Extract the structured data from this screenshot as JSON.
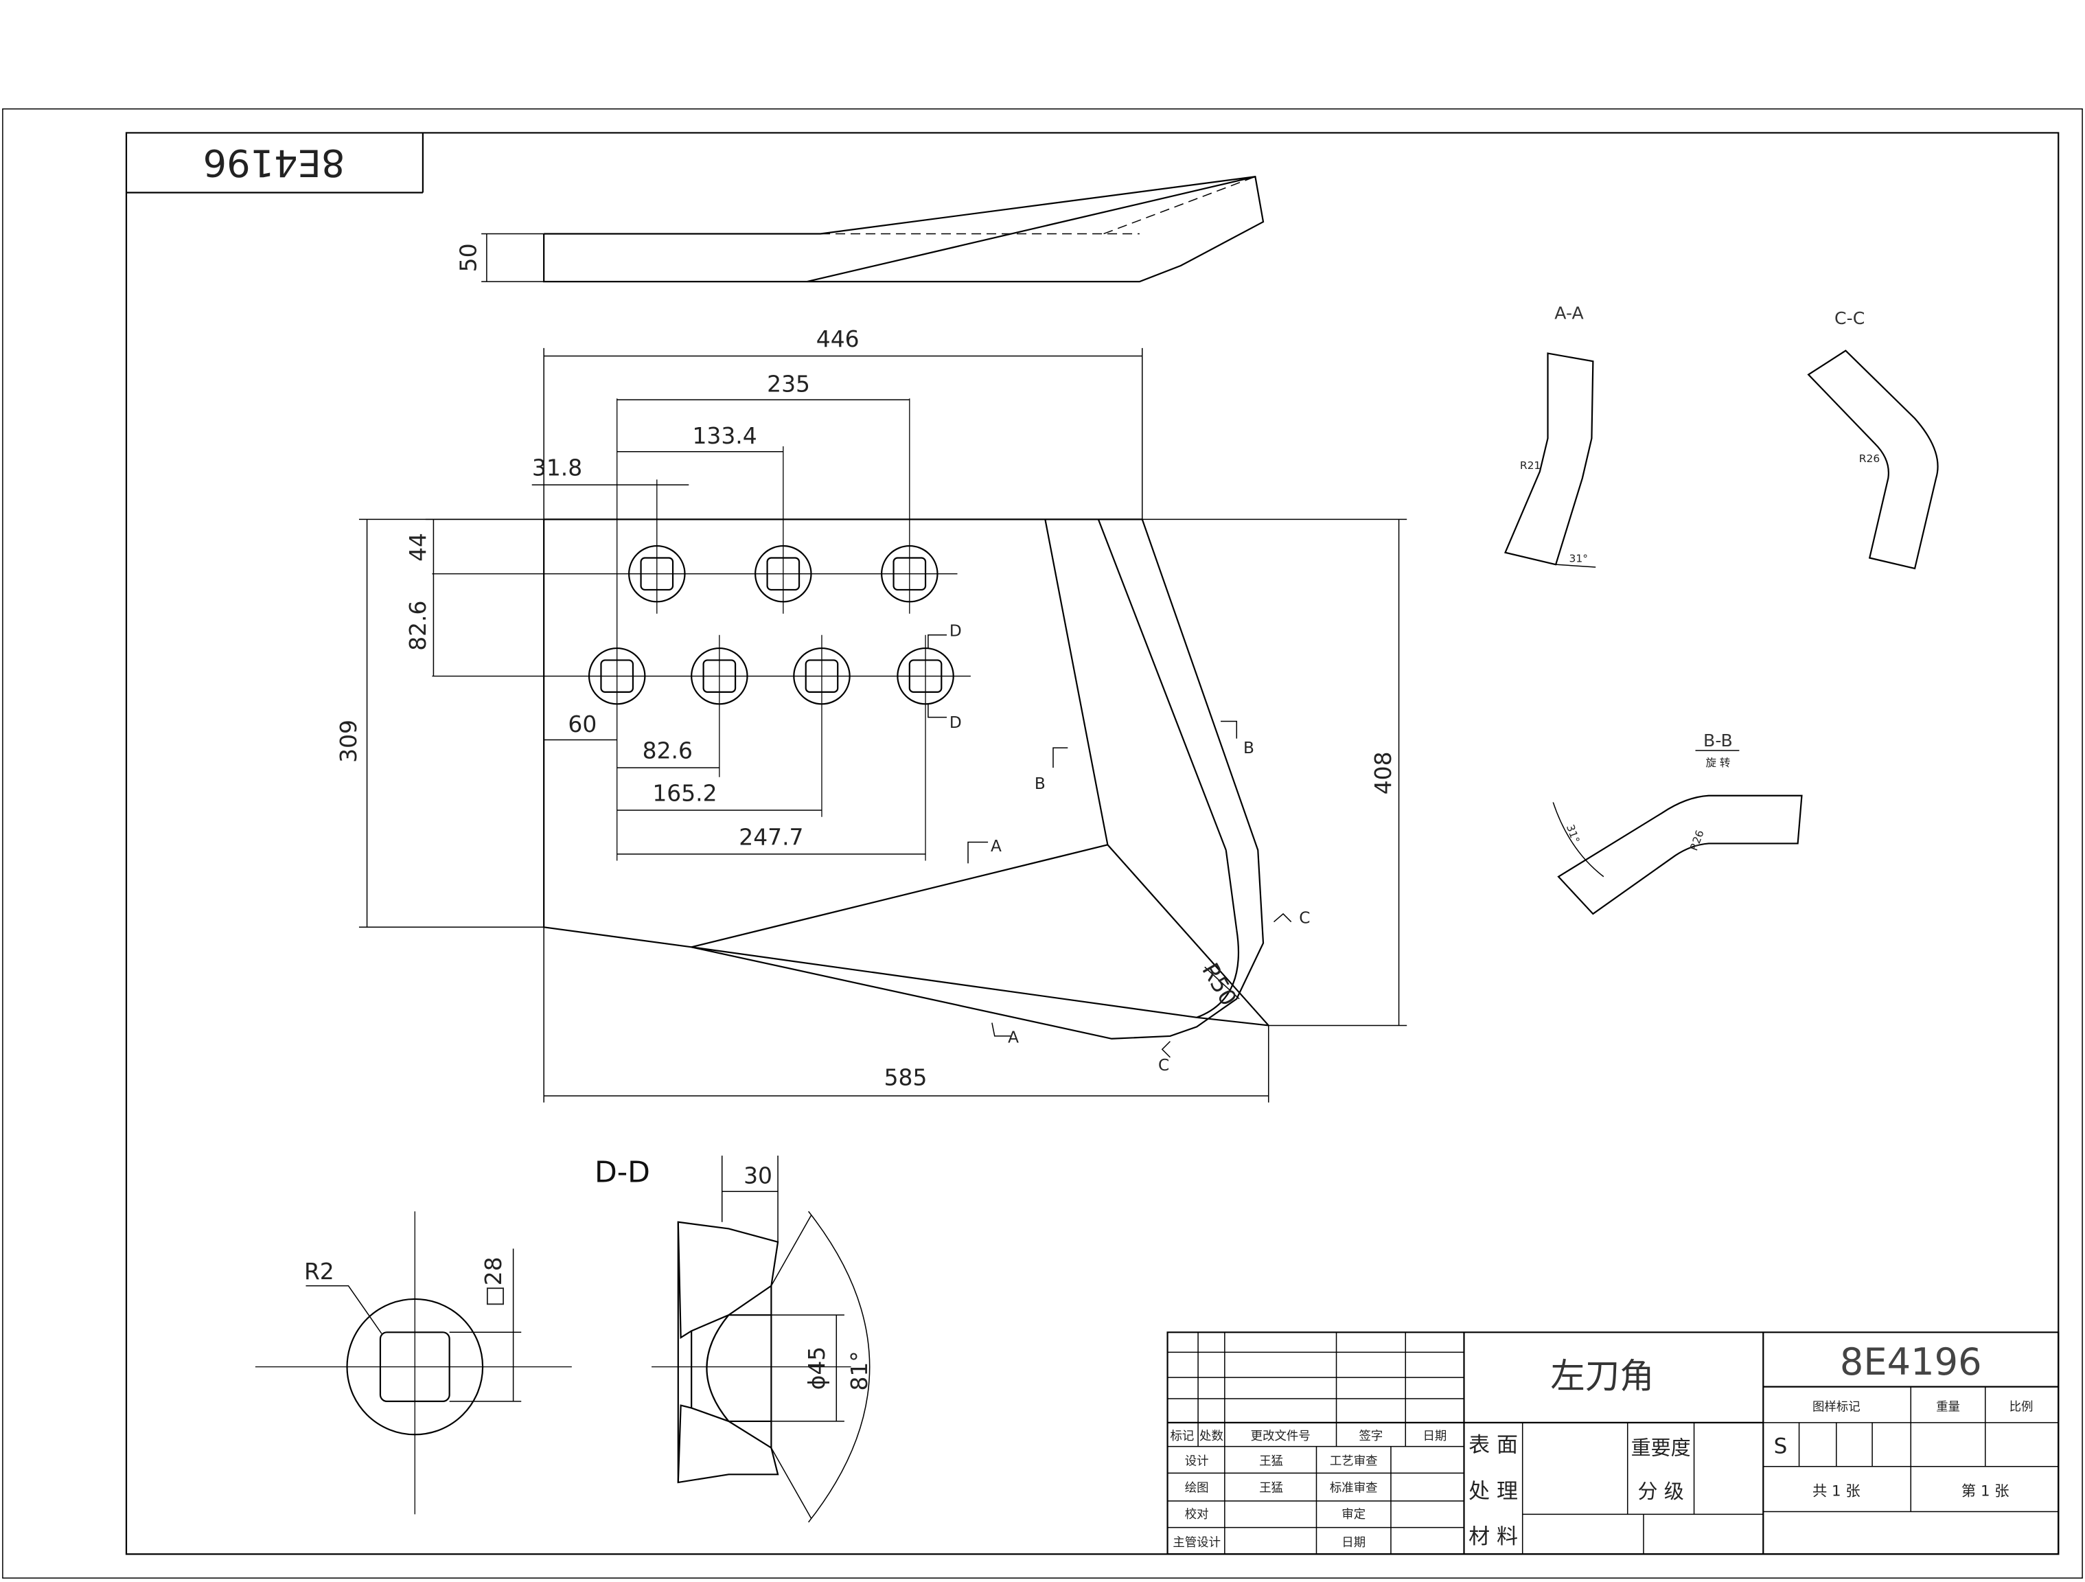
{
  "drawing_number": "8E4196",
  "drawing_number_mirrored": "8E4196",
  "part_name": "左刀角",
  "dimensions": {
    "thickness": "50",
    "width_total": "446",
    "span_235": "235",
    "span_133_4": "133.4",
    "offset_31_8": "31.8",
    "row_gap_44": "44",
    "row_gap_82_6": "82.6",
    "height_309": "309",
    "offset_60": "60",
    "pitch_82_6": "82.6",
    "pitch_165_2": "165.2",
    "pitch_247_7": "247.7",
    "length_585": "585",
    "height_408": "408",
    "radius_r50": "R50"
  },
  "section_markers": {
    "a": "A",
    "b": "B",
    "c": "C",
    "d": "D"
  },
  "sections": {
    "aa": {
      "title": "A-A",
      "radius": "R21",
      "angle": "31°"
    },
    "cc": {
      "title": "C-C",
      "radius": "R26"
    },
    "bb": {
      "title": "B-B",
      "subtitle": "旋 转",
      "radius": "R26",
      "angle": "31°"
    },
    "dd": {
      "title": "D-D",
      "depth": "30",
      "diameter": "ϕ45",
      "angle": "81°"
    }
  },
  "detail_hole": {
    "radius": "R2",
    "square": "□28"
  },
  "title_block": {
    "h_mark": "标记",
    "h_count": "处数",
    "h_change_doc": "更改文件号",
    "h_sign": "签字",
    "h_date": "日期",
    "design": "设计",
    "design_person": "王猛",
    "process_review": "工艺审查",
    "drafting": "绘图",
    "drafting_person": "王猛",
    "std_review": "标准审查",
    "proofread": "校对",
    "approve": "审定",
    "chief_design": "主管设计",
    "date": "日期",
    "surface_1": "表 面",
    "surface_2": "处 理",
    "material": "材 料",
    "importance_1": "重要度",
    "importance_2": "分 级",
    "drawing_mark": "图样标记",
    "weight": "重量",
    "scale": "比例",
    "s_mark": "S",
    "total": "共 1 张",
    "sheet": "第 1 张"
  }
}
